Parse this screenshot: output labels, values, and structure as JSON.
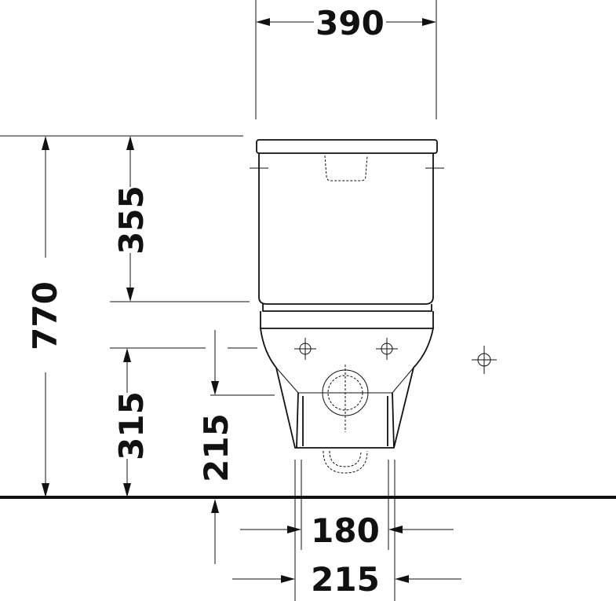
{
  "dimensions": {
    "top_width": "390",
    "total_height": "770",
    "cistern_height": "355",
    "outlet_height": "315",
    "pipe_height": "215",
    "foot_inner_width": "180",
    "foot_outer_width": "215"
  }
}
